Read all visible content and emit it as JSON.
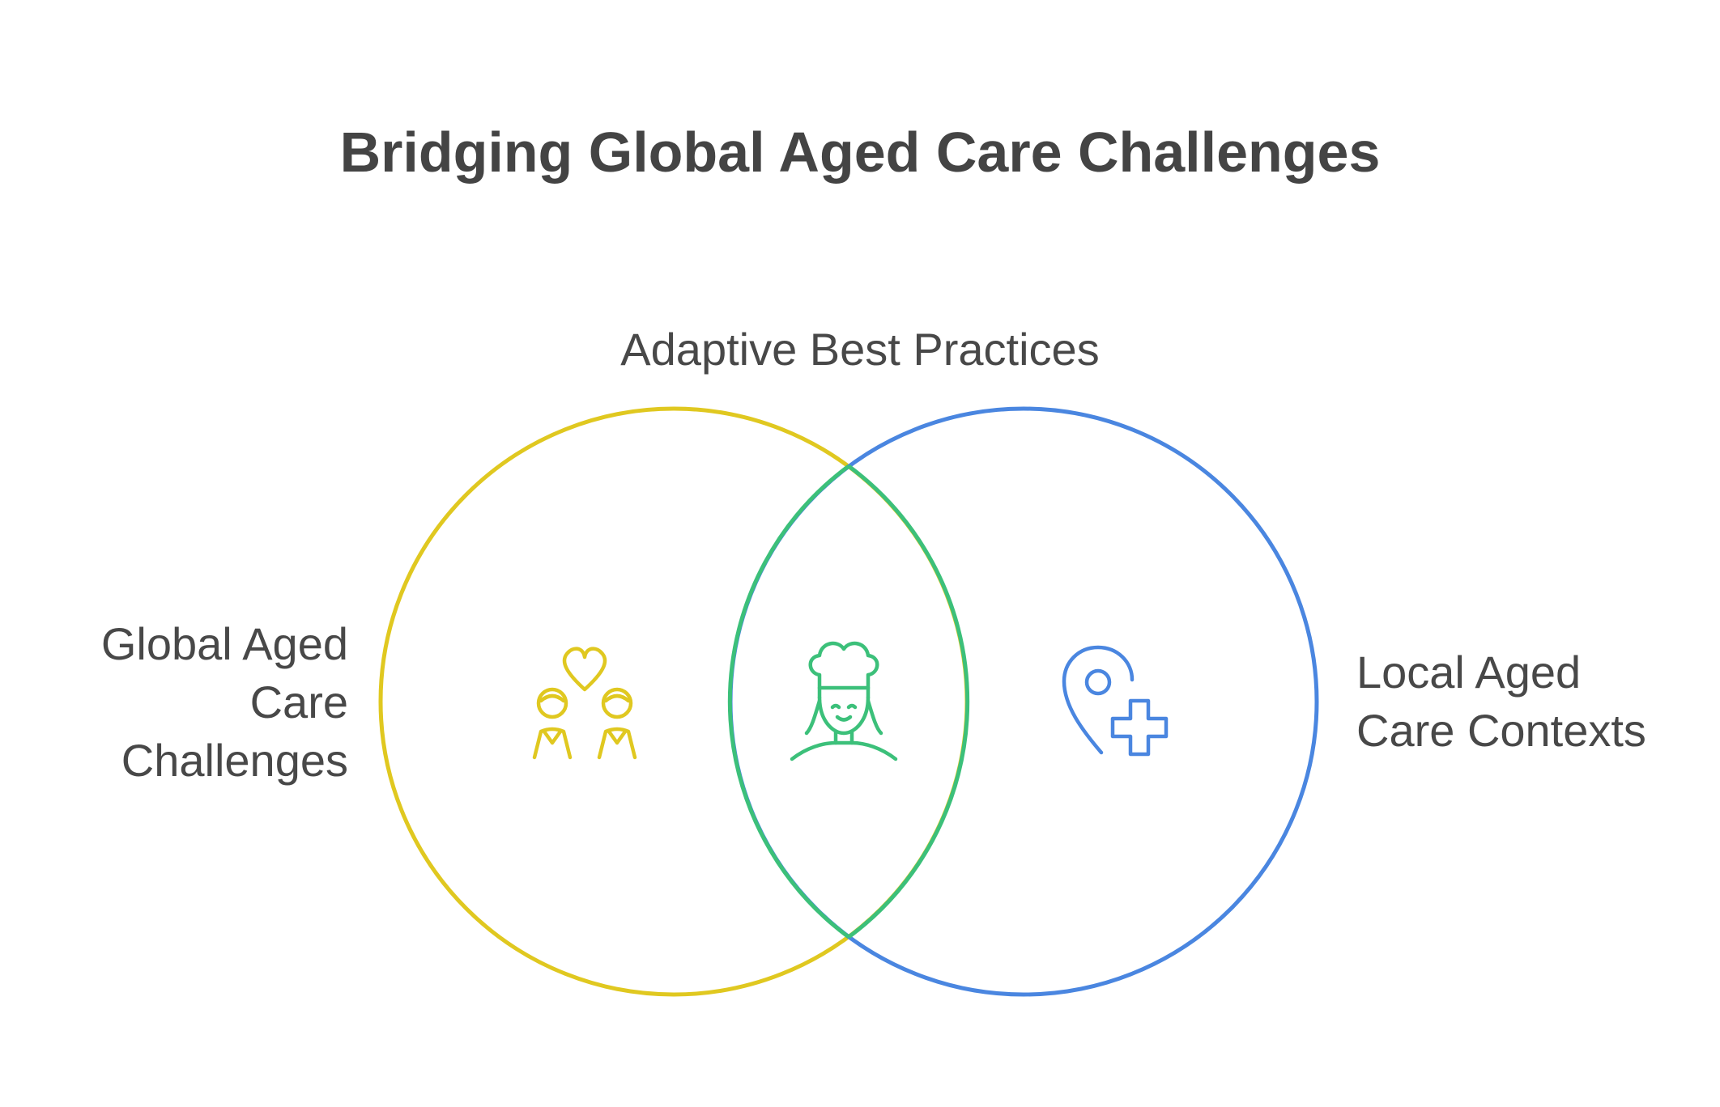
{
  "title": "Bridging Global Aged Care Challenges",
  "sets": [
    {
      "id": "left",
      "label_lines": [
        "Global Aged",
        "Care",
        "Challenges"
      ],
      "color": "#e0c820",
      "icon": "couple-heart-icon"
    },
    {
      "id": "right",
      "label_lines": [
        "Local Aged",
        "Care Contexts"
      ],
      "color": "#4a86e0",
      "icon": "location-medical-cross-icon"
    }
  ],
  "intersection": {
    "label": "Adaptive Best Practices",
    "color": "#3cc07a",
    "icon": "caregiver-icon"
  }
}
